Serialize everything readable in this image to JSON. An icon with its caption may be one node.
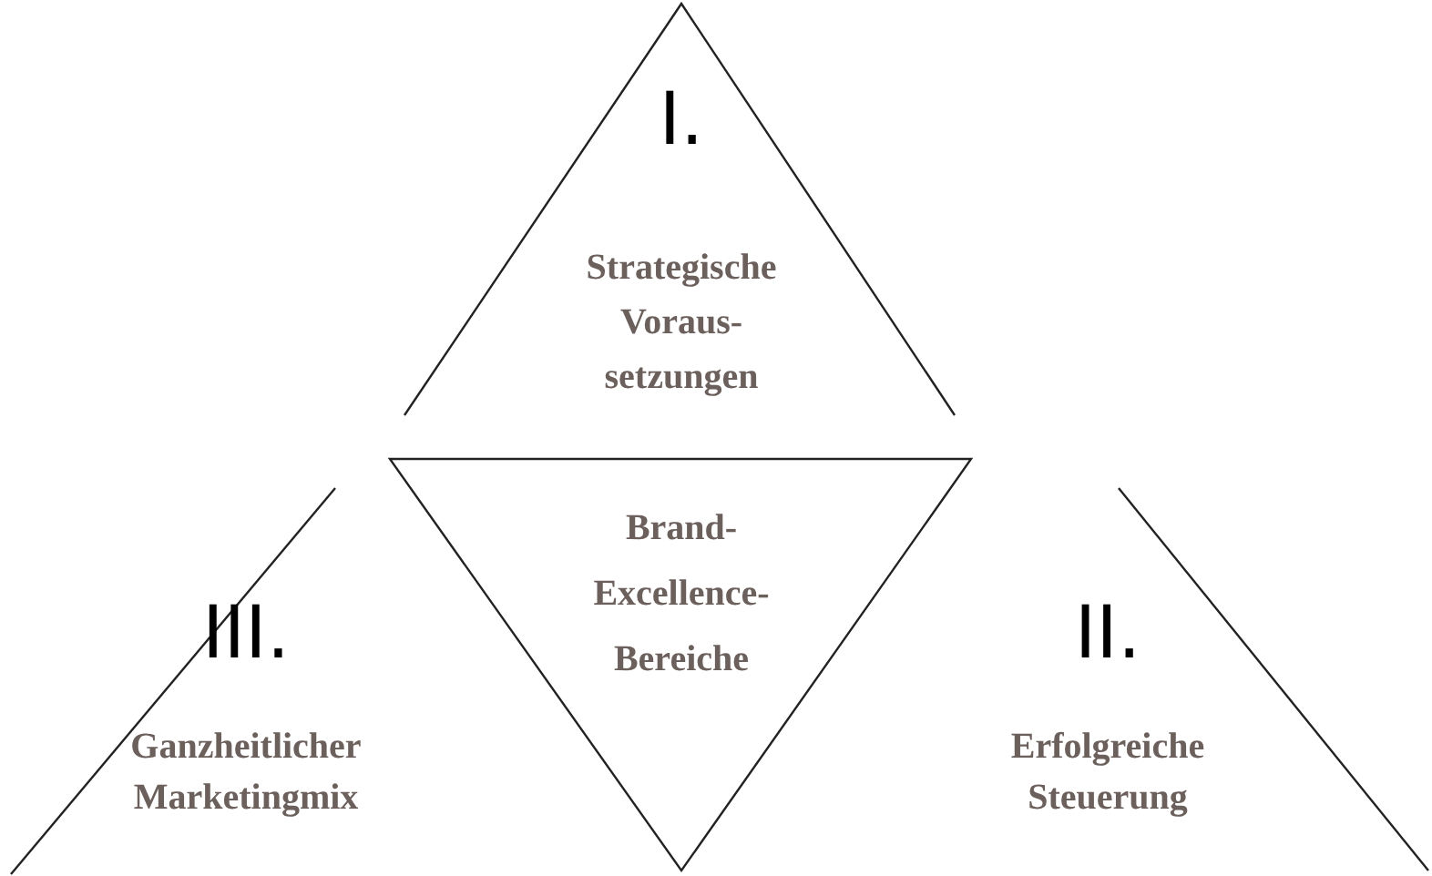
{
  "diagram": {
    "nodes": [
      {
        "text": [
          "I.",
          "Strategische Voraus- setzungen"
        ]
      },
      {
        "text": [
          "III.",
          "Ganzheitlicher Marketingmix"
        ]
      },
      {
        "text": [
          "Brand- Excellence- Bereiche"
        ]
      },
      {
        "text": [
          "II.",
          "Erfolgreiche Steuerung"
        ]
      }
    ]
  }
}
